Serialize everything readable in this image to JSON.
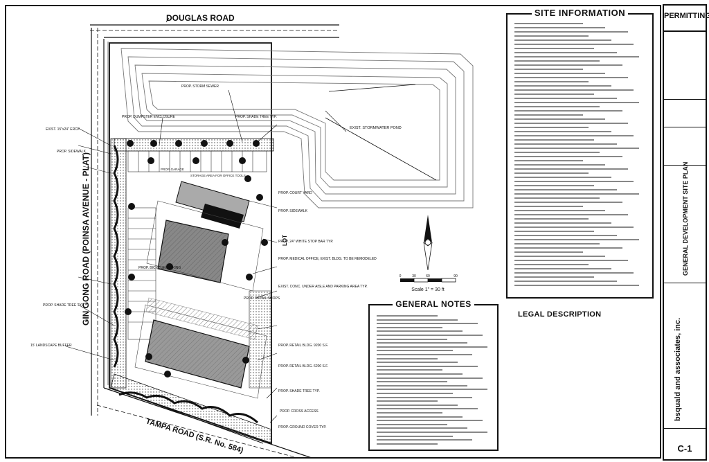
{
  "roads": {
    "north": "DOUGLAS ROAD",
    "west": "GIN GONG ROAD (POINSA AVENUE - PLAT)",
    "south": "TAMPA ROAD (S.R. No. 584)"
  },
  "site_labels": {
    "stormwater_pond": "EXIST. STORMWATER POND",
    "shade_tree_1": "PROP. SHADE TREE TYP.",
    "shade_tree_2": "PROP. SHADE TREE TYP.",
    "shade_tree_3": "PROP. SHADE TREE TYP.",
    "sidewalk_1": "PROP. SIDEWALK",
    "sidewalk_2": "PROP. SIDEWALK",
    "storage_area": "STORAGE AREA FOR OFFICE TOOLS",
    "prop_garage": "PROP. GARAGE",
    "prop_court": "PROP. COURT YARD",
    "medical_office": "PROP. MEDICAL OFFICE, EXIST. BLDG. TO BE REMODELED",
    "exist_conc": "EXIST. CONC. UNDER AISLE AND PARKING AREA TYP.",
    "retail_1": "PROP. RETAIL BLDG. 9200 S.F.",
    "retail_2": "PROP. RETAIL BLDG. 6200 S.F.",
    "landscape_buffer": "15' LANDSCAPE BUFFER",
    "cross_access": "PROP. CROSS ACCESS",
    "ground_cover": "PROP. GROUND COVER TYP.",
    "storm_sewer": "PROP. STORM SEWER",
    "dumpster": "PROP. DUMPSTER ENCLOSURE",
    "exist_rcp": "EXIST. 15\"x24\" ERCP",
    "lot": "LOT",
    "retail_shops": "PROP. RETAIL SHOPS",
    "bicycle": "PROP. BICYCLE PARKING",
    "stop_bar": "PROP. 24\" WHITE STOP BAR TYP."
  },
  "scale": {
    "label": "Scale 1\" = 30 ft",
    "ticks": [
      "0",
      "30",
      "60",
      "90"
    ]
  },
  "site_info": {
    "title": "SITE INFORMATION"
  },
  "general_notes": {
    "title": "GENERAL NOTES"
  },
  "legal": {
    "title": "LEGAL DESCRIPTION"
  },
  "title_block": {
    "status": "PERMITTING",
    "firm": "bsquald and associates, inc.",
    "project": "GENERAL DEVELOPMENT SITE PLAN",
    "sheet": "C-1"
  }
}
